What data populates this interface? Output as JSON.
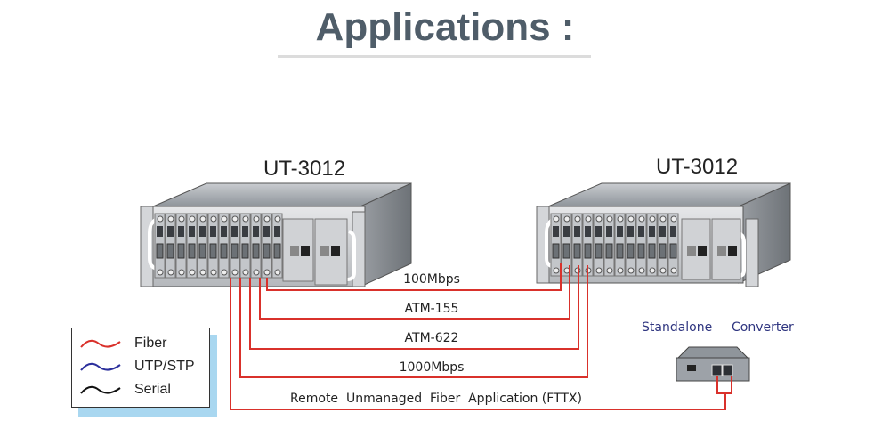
{
  "title": "Applications :",
  "devices": {
    "left_label": "UT-3012",
    "right_label": "UT-3012",
    "converter_label_1": "Standalone",
    "converter_label_2": "Converter"
  },
  "links": [
    {
      "label": "100Mbps",
      "type": "fiber"
    },
    {
      "label": "ATM-155",
      "type": "fiber"
    },
    {
      "label": "ATM-622",
      "type": "fiber"
    },
    {
      "label": "1000Mbps",
      "type": "fiber"
    },
    {
      "label": "Remote  Unmanaged  Fiber  Application (FTTX)",
      "type": "fiber"
    }
  ],
  "legend": [
    {
      "label": "Fiber",
      "color": "#d9312b"
    },
    {
      "label": "UTP/STP",
      "color": "#2b2f9c"
    },
    {
      "label": "Serial",
      "color": "#111111"
    }
  ],
  "colors": {
    "fiber": "#d9312b",
    "title": "#4f5d69"
  }
}
